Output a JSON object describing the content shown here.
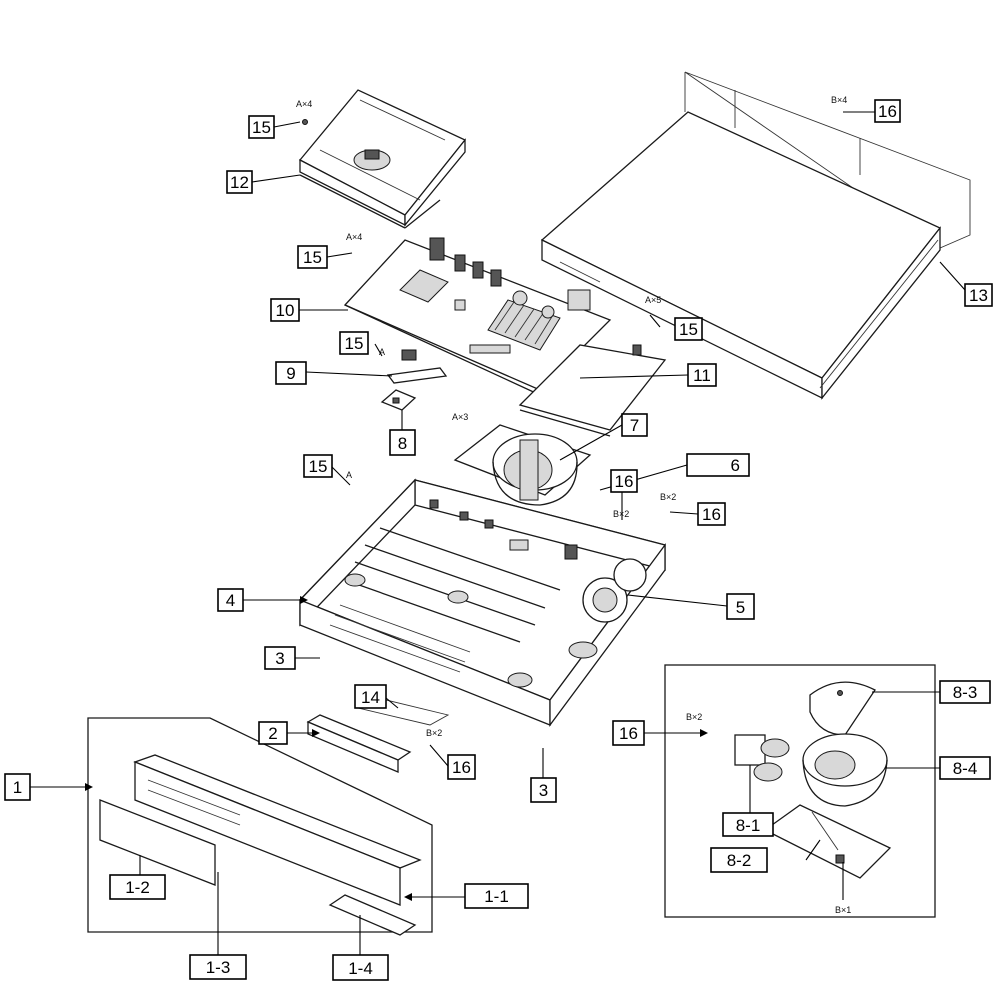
{
  "labels": {
    "p1": "1",
    "p1_1": "1-1",
    "p1_2": "1-2",
    "p1_3": "1-3",
    "p1_4": "1-4",
    "p2": "2",
    "p3a": "3",
    "p3b": "3",
    "p4": "4",
    "p5": "5",
    "p6": "6",
    "p7": "7",
    "p8": "8",
    "p8_1": "8-1",
    "p8_2": "8-2",
    "p8_3": "8-3",
    "p8_4": "8-4",
    "p9": "9",
    "p10": "10",
    "p11": "11",
    "p12": "12",
    "p13": "13",
    "p14": "14",
    "p15a": "15",
    "p15b": "15",
    "p15c": "15",
    "p15d": "15",
    "p15e": "15",
    "p16a": "16",
    "p16b": "16",
    "p16c": "16",
    "p16d": "16",
    "p16e": "16"
  },
  "screw_notes": {
    "ax4_top": "A×4",
    "ax4_board": "A×4",
    "ax5": "A×5",
    "a_9": "A",
    "ax3": "A×3",
    "a_4": "A",
    "bx4": "B×4",
    "bx2_6": "B×2",
    "bx2_r": "B×2",
    "bx2_front": "B×2",
    "bx2_8": "B×2",
    "bx1": "B×1"
  }
}
